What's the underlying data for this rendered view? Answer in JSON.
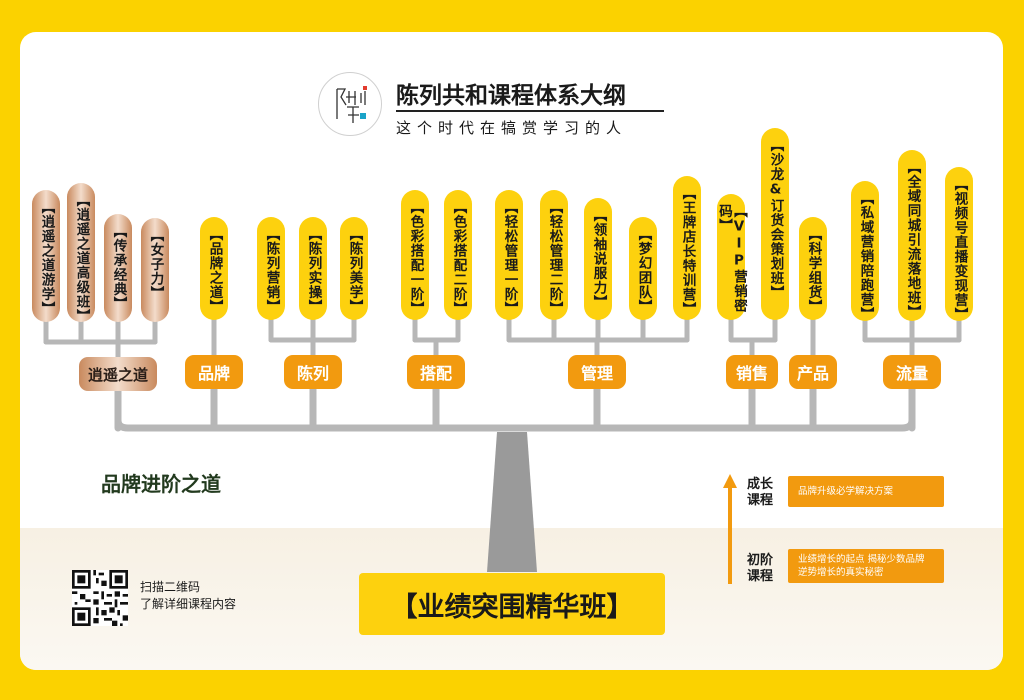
{
  "header": {
    "title": "陈列共和课程体系大纲",
    "subtitle": "这个时代在犒赏学习的人",
    "logo_icon": "chenlie-logo-icon"
  },
  "branches": [
    {
      "id": "xiaoyao",
      "label": "逍遥之道",
      "style": "copper",
      "courses": [
        "【逍遥之道游学】",
        "【逍遥之道高级班】",
        "【传承经典】",
        "【女子力】"
      ]
    },
    {
      "id": "pinpai",
      "label": "品牌",
      "style": "yellow",
      "courses": [
        "【品牌之道】"
      ]
    },
    {
      "id": "chenlie",
      "label": "陈列",
      "style": "yellow",
      "courses": [
        "【陈列营销】",
        "【陈列实操】",
        "【陈列美学】"
      ]
    },
    {
      "id": "dapei",
      "label": "搭配",
      "style": "yellow",
      "courses": [
        "【色彩搭配一阶】",
        "【色彩搭配二阶】"
      ]
    },
    {
      "id": "guanli",
      "label": "管理",
      "style": "yellow",
      "courses": [
        "【轻松管理一阶】",
        "【轻松管理二阶】",
        "【领袖说服力】",
        "【梦幻团队】",
        "【王牌店长特训营】"
      ]
    },
    {
      "id": "xiaoshou",
      "label": "销售",
      "style": "yellow",
      "courses": [
        "【VIP营销密码】",
        "【沙龙&订货会策划班】"
      ]
    },
    {
      "id": "chanpin",
      "label": "产品",
      "style": "yellow",
      "courses": [
        "【科学组货】"
      ]
    },
    {
      "id": "liuliang",
      "label": "流量",
      "style": "yellow",
      "courses": [
        "【私域营销陪跑营】",
        "【全域同城引流落地班】",
        "【视频号直播变现营】"
      ]
    }
  ],
  "section_label": "品牌进阶之道",
  "core_course": "【业绩突围精华班】",
  "legend": {
    "growth": {
      "label": "成长\n课程",
      "desc": "品牌升级必学解决方案"
    },
    "entry": {
      "label": "初阶\n课程",
      "desc": "业绩增长的起点 揭秘少数品牌逆势增长的真实秘密"
    }
  },
  "qr": {
    "text": "扫描二维码\n了解详细课程内容"
  },
  "colors": {
    "page_background": "#fbd200",
    "course_pill": "#fdd10e",
    "hub_orange": "#f29a0f",
    "tree_gray": "#b7b7b7",
    "trunk_gray": "#9a9a9a",
    "copper": "#d9a07b"
  }
}
